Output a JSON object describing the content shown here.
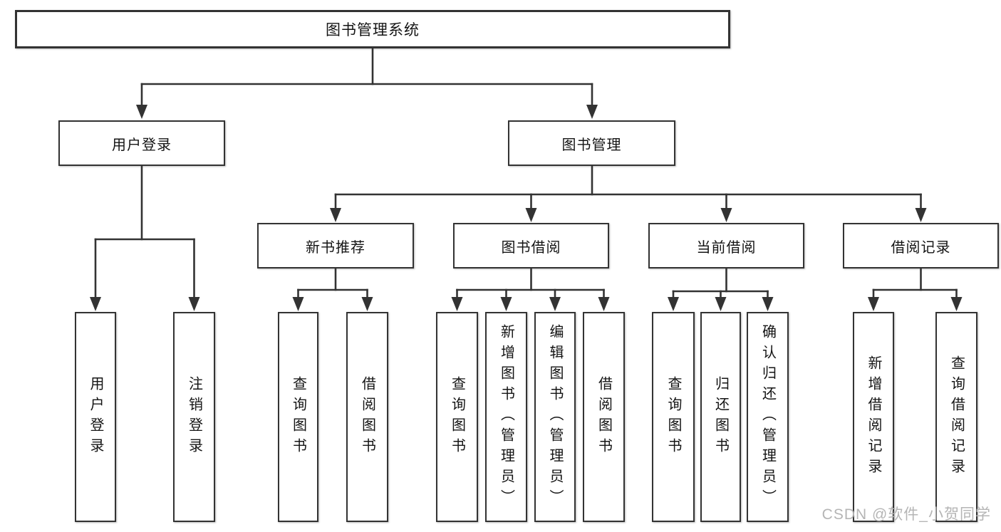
{
  "nodes": {
    "root": {
      "label": "图书管理系统"
    },
    "user_login": {
      "label": "用户登录"
    },
    "book_management": {
      "label": "图书管理"
    },
    "new_book_recommend": {
      "label": "新书推荐"
    },
    "book_borrow": {
      "label": "图书借阅"
    },
    "current_borrow": {
      "label": "当前借阅"
    },
    "borrow_records": {
      "label": "借阅记录"
    },
    "leaf_user_login": {
      "label": "用户登录"
    },
    "leaf_logout": {
      "label": "注销登录"
    },
    "leaf_rec_query_books": {
      "label": "查询图书"
    },
    "leaf_rec_borrow_books": {
      "label": "借阅图书"
    },
    "leaf_bb_query_books": {
      "label": "查询图书"
    },
    "leaf_bb_add_books": {
      "label": "新增图书（管理员）"
    },
    "leaf_bb_edit_books": {
      "label": "编辑图书（管理员）"
    },
    "leaf_bb_borrow_books": {
      "label": "借阅图书"
    },
    "leaf_cb_query_books": {
      "label": "查询图书"
    },
    "leaf_cb_return_books": {
      "label": "归还图书"
    },
    "leaf_cb_confirm_return": {
      "label": "确认归还（管理员）"
    },
    "leaf_br_add_record": {
      "label": "新增借阅记录"
    },
    "leaf_br_query_record": {
      "label": "查询借阅记录"
    }
  },
  "structure": {
    "图书管理系统": {
      "用户登录": [
        "用户登录",
        "注销登录"
      ],
      "图书管理": {
        "新书推荐": [
          "查询图书",
          "借阅图书"
        ],
        "图书借阅": [
          "查询图书",
          "新增图书（管理员）",
          "编辑图书（管理员）",
          "借阅图书"
        ],
        "当前借阅": [
          "查询图书",
          "归还图书",
          "确认归还（管理员）"
        ],
        "借阅记录": [
          "新增借阅记录",
          "查询借阅记录"
        ]
      }
    }
  },
  "watermark": {
    "text": "CSDN @软件_小贺同学"
  },
  "colors": {
    "line": "#333333",
    "box_border": "#333333",
    "box_fill": "#ffffff",
    "text": "#141414",
    "watermark": "#b5b5b5"
  }
}
